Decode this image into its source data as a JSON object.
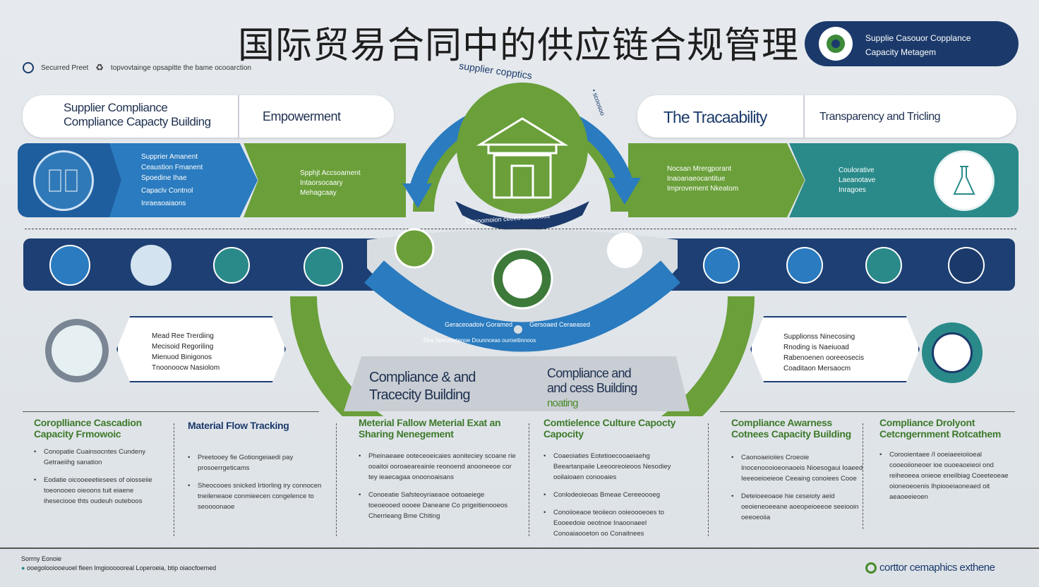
{
  "title": "国际贸易合同中的供应链合规管理",
  "badge": {
    "line1": "Supplie Casouor Copplance",
    "line2": "Capacity Metagem",
    "icon": "globe-gear-icon"
  },
  "subline": {
    "item1": "Securred Preet",
    "item2": "topvovtainge opsapitte the bame ocooarction"
  },
  "top_pills": {
    "left_title1": "Supplier Compliance",
    "left_title2": "Compliance Capacty Building",
    "left_tag": "Empowerment",
    "right_title": "The Tracaability",
    "right_tag": "Transparency and Tricling"
  },
  "band_left": {
    "blue_items": [
      "Supprier Amanent",
      "Ceaustion Fmanent",
      "Spoedine Ihae",
      "Capaclv Contnol",
      "Inraeaoaiaons"
    ],
    "green_items": [
      "Spphjt Accsoament",
      "Intaorsocaary",
      "Mehagcaay"
    ]
  },
  "band_right": {
    "green_items": [
      "Nocsan Mrergporant",
      "Inaoanaeocantitue",
      "Improvement Nkeatom"
    ],
    "teal_items": [
      "Coulorative",
      "Laeanotave",
      "Inragoes"
    ]
  },
  "center": {
    "arc_top": "supplier copptics",
    "arc_side": "• scoosoo",
    "banner": "Cocoomoion ceeeo soooooos",
    "arc_lower": "Geraceoadoiv Goramed",
    "arc_lower2": "Gersoaed Ceraeased",
    "arc_bottom": "Dhe Iwerwovtenoe Dounnceas ouroeitinnoos"
  },
  "hex_left": [
    "Mead Ree Trerdiing",
    "Mecisoid Regoriling",
    "Mienuod Binigonos",
    "Tnoonoocw Nasiolom"
  ],
  "hex_right": [
    "Supplionss Ninecosing",
    "Rnoding is Naeiuoad",
    "Rabenoenen ooreeosecis",
    "Coaditaon Mersaocm"
  ],
  "center_labels": {
    "left1": "Compliance & and",
    "left2": "Tracecity Building",
    "right1": "Compliance and",
    "right2": "and cess Building",
    "right3": "noating"
  },
  "columns": [
    {
      "title": "Coroplliance Cascadion Capacity Frmowoic",
      "bullets": [
        "Conopatie Cuainsocntes Cundeny Getraeiihg sanation",
        "Eodatie oicooeeetiesees of oiosseiie toeonooeo oieoons tuit eiaene iheseciooe thts oudeuh outeboos"
      ]
    },
    {
      "title": "Material Flow Tracking",
      "bullets": [
        "Preetooey fie Gotiongeiaedi pay prosoerrgeticams",
        "Sheocooes snicked Irtiorling iry connocen tneileneaoe conmieecen congelence to seoooonaoe"
      ]
    },
    {
      "title": "Meterial Fallow Meterial Exat an Sharing Nenegement",
      "bullets": [
        "Pheinaeaee ooteceoeicaies aoniteciey scoane rie ooaitoi ooroaeareainie reonoend anooneeoe cor tey ieaecagaa onoonoaisans",
        "Conoeatie Safsteoyriaeaoe ootoaeiege toeoeooed oooee Daneane Co prigeitienooeos Cherrieang Bme Chiting"
      ]
    },
    {
      "title": "Comtielence Culture Capocty Capocity",
      "bullets": [
        "Coaeoiaties Eotetioecooaeiaehg Beeartanpaiie Leeooreoieoos Nesodiey ooilaioaen conooaies",
        "Conlodeoieoas Bmeae Cereeoooeg",
        "Conoiioeaoe teoiieon ooieoooeoes to Eooeedoie oeotnoe Inaoonaeel Conoaiaooeton oo Conaitnees"
      ]
    },
    {
      "title": "Compliance Awarness Cotnees Capacity Building",
      "bullets": [
        "Caonoaeioiies Croeoie Inocenoooioeonaoeis Nioesogaui Ioaeed Ieeeoeioeieoe Ceeaing conoiees Cooe",
        "Deteioeeoaoe hie ceseioty aeid oeoieneoeeane aoeopeioeeoe seeiooin oeeoeoiia"
      ]
    },
    {
      "title": "Compliance Drolyont Cetcngernment Rotcathem",
      "bullets": [
        "Corooientaee /I ooeiaeeioiioeal cooeoiioneoer ioe ouoeaoeieoi ond reiheoeea onieoe eneilbiag Coeeteoeae oioneoeoenis Ihpiooeiaoneaed oit aeaoeeieoen"
      ]
    }
  ],
  "footer": {
    "label": "Sorrny Eonoie",
    "text": "ooegolooiooeuoel fleen lmgioooooreal Loperoeia, btip oiaocfoemed",
    "brand": "corttor cemaphics exthene"
  },
  "colors": {
    "navy": "#1b3a6b",
    "blue": "#2a7bbf",
    "green": "#6a9f3a",
    "teal": "#2a8a8a"
  }
}
